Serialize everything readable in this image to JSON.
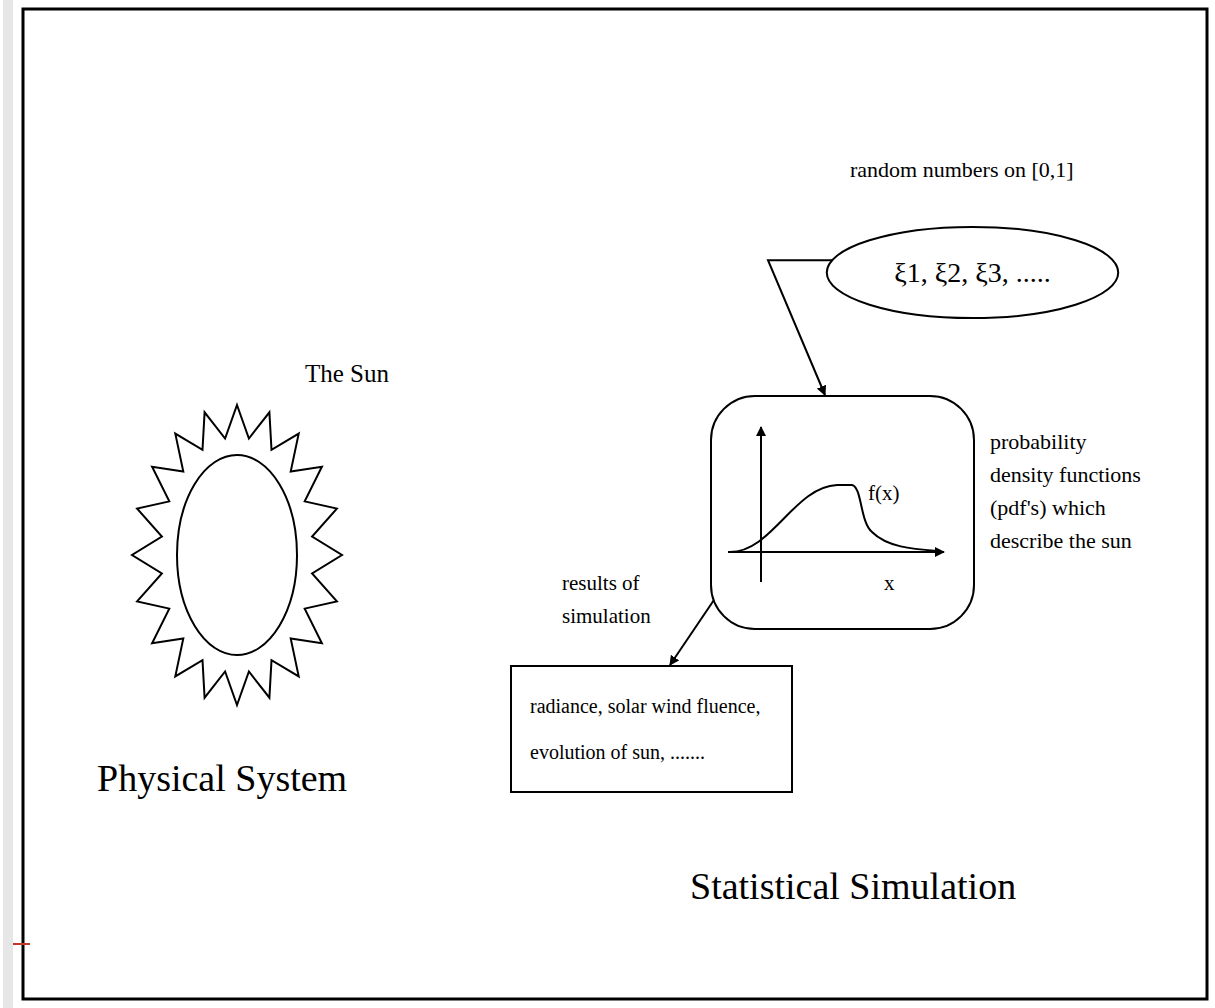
{
  "diagram": {
    "nodes": [
      {
        "text": [
          "random numbers on [0,1]",
          "ξ1, ξ2, ξ3, ....."
        ]
      },
      {
        "text": [
          "f(x)",
          "x",
          "probability density functions (pdf's) which describe the sun"
        ]
      },
      {
        "text": [
          "radiance, solar wind fluence, evolution of sun, ......."
        ]
      }
    ],
    "edges": [
      {
        "from": 0,
        "to": 1,
        "arrow": "to"
      },
      {
        "from": 1,
        "to": 2,
        "label": "results of simulation",
        "arrow": "to"
      }
    ],
    "labels": [
      "The Sun",
      "Physical System",
      "Statistical Simulation"
    ]
  }
}
